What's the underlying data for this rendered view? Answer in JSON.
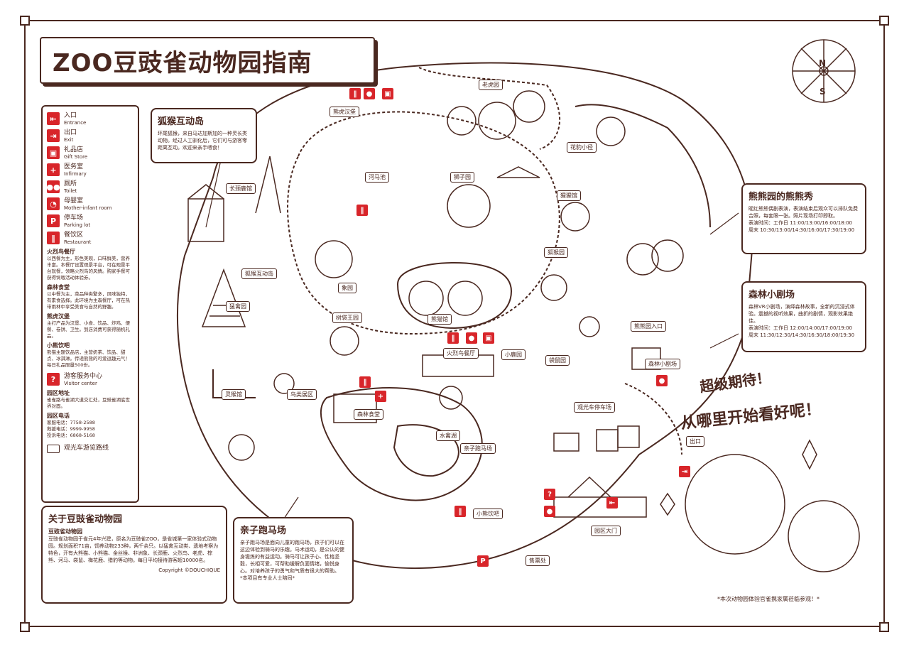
{
  "title": "ZOO豆豉雀动物园指南",
  "legend": [
    {
      "icon": "entrance-icon",
      "glyph": "⇤",
      "cn": "入口",
      "en": "Entrance"
    },
    {
      "icon": "exit-icon",
      "glyph": "⇥",
      "cn": "出口",
      "en": "Exit"
    },
    {
      "icon": "gift-store-icon",
      "glyph": "▣",
      "cn": "礼品店",
      "en": "Gift Store"
    },
    {
      "icon": "infirmary-icon",
      "glyph": "+",
      "cn": "医务室",
      "en": "Infirmary"
    },
    {
      "icon": "toilet-icon",
      "glyph": "●●",
      "cn": "厕所",
      "en": "Toilet"
    },
    {
      "icon": "mother-infant-icon",
      "glyph": "◔",
      "cn": "母婴室",
      "en": "Mother-infant room"
    },
    {
      "icon": "parking-icon",
      "glyph": "P",
      "cn": "停车场",
      "en": "Parking lot"
    },
    {
      "icon": "restaurant-icon",
      "glyph": "‖",
      "cn": "餐饮区",
      "en": "Restaurant"
    }
  ],
  "restaurants": [
    {
      "name": "火烈鸟餐厅",
      "desc": "以西餐为主，形色美观，口味鲜美，营养丰富。本餐厅设置观景平台，可在观景平台就餐，领略火烈鸟的风情。购家手餐可获得饲喂活动体验券。"
    },
    {
      "name": "森林食堂",
      "desc": "以中餐为主，菜品种类繁多，风味独特，有素食选择。此环境为主森餐厅，可在热带雨林中享受美食与自然的野趣。"
    },
    {
      "name": "熊虎汉堡",
      "desc": "主打产品为汉堡、小食、饮品、炸鸡、便餐、卷饼、卫生。到店消费可获得随机礼品。"
    },
    {
      "name": "小熊饮吧",
      "desc": "熊猫主题饮品店，主营奶茶、饮品、甜点、冰淇淋。传递熊熊的可爱逗趣元气！每日礼品限量500份。"
    }
  ],
  "visitor_center": {
    "cn": "游客服务中心",
    "en": "Visitor center"
  },
  "address": {
    "title": "园区地址",
    "text": "雀雀路与雀湖大道交汇处，豆豉雀湖底世界对面。"
  },
  "contact": {
    "title": "园区电话",
    "lines": [
      "客服电话：7758-2588",
      "救援电话：9999-9958",
      "投诉电话：6868-5168"
    ]
  },
  "route_legend": "观光车游览路线",
  "about": {
    "title": "关于豆豉雀动物园",
    "subtitle": "豆豉雀动物园",
    "text": "豆豉雀动物园于雀元4年兴建，原名为豆豉雀ZOO，是雀城第一家体验式动物园。规划面积71亩，饲养动物233种，两千余只。以猛禽互动类、遗地考察为特色，开有大熊猫、小熊猫、金丝猴、非洲象、长颈鹿、火烈鸟、老虎、棕熊、河马、袋鼠、梅花鹿、猎豹等动物。每日平均接待游客超10000名。",
    "copyright": "Copyright ©DOUCHIQUE"
  },
  "lemur_island": {
    "title": "狐猴互动岛",
    "text": "环尾狐猴，来自马达加斯加的一种灵长类动物。经过人工驯化后，它们可与游客零距离互动。欢迎来亲手喂食！"
  },
  "pony": {
    "title": "亲子跑马场",
    "text": "亲子跑马场是面向儿童的跑马场，孩子们可以在这边体验到骑马的乐趣。马术运动，是公认的健身锻炼的有益运动。骑马可让孩子心、性格坚毅，长相可爱，可帮助缓解负面情绪，愉悦身心。对培养孩子的勇气和气质有很大的帮助。",
    "note": "*本项目有专业人士陪同*"
  },
  "bear_show": {
    "title": "熊熊园的熊熊秀",
    "text": "昵红熊熊偶剧表演，表演结束后观众可以排队免费合照，每套限一张。照片现场打印即取。",
    "times": [
      "表演时间：工作日 11:00/13:00/16:00/18:00",
      "周末 10:30/13:00/14:30/16:00/17:30/19:00"
    ]
  },
  "forest_theater": {
    "title": "森林小剧场",
    "text": "森林VR小剧场，演绎森林故事，全新的沉浸式体验。震撼的视听效果，曲折的剧情，观影效果绝佳。",
    "times": [
      "表演时间：工作日 12:00/14:00/17:00/19:00",
      "周末 11:30/12:30/14:30/16:30/18:00/19:30"
    ]
  },
  "places": [
    "老虎园",
    "熊虎汉堡",
    "河马池",
    "狮子园",
    "花豹小径",
    "长颈鹿馆",
    "猩猩馆",
    "狐猴园",
    "狐猴互动岛",
    "象园",
    "熊猫馆",
    "猛禽园",
    "树袋王园",
    "火烈鸟餐厅",
    "小鹿园",
    "熊熊园入口",
    "袋鼠园",
    "森林小剧场",
    "灵猴馆",
    "鸟类展区",
    "森林食堂",
    "观光车停车场",
    "水禽湖",
    "亲子跑马场",
    "出口",
    "小熊饮吧",
    "园区大门",
    "售票处"
  ],
  "slogan1": "超级期待！",
  "slogan2": "从哪里开始看好呢！",
  "footer_note": "*本次动物园体验官雀携家属莅临参观！*",
  "compass": {
    "n": "N",
    "s": "S"
  },
  "colors": {
    "ink": "#4a2820",
    "accent": "#d8252a"
  }
}
